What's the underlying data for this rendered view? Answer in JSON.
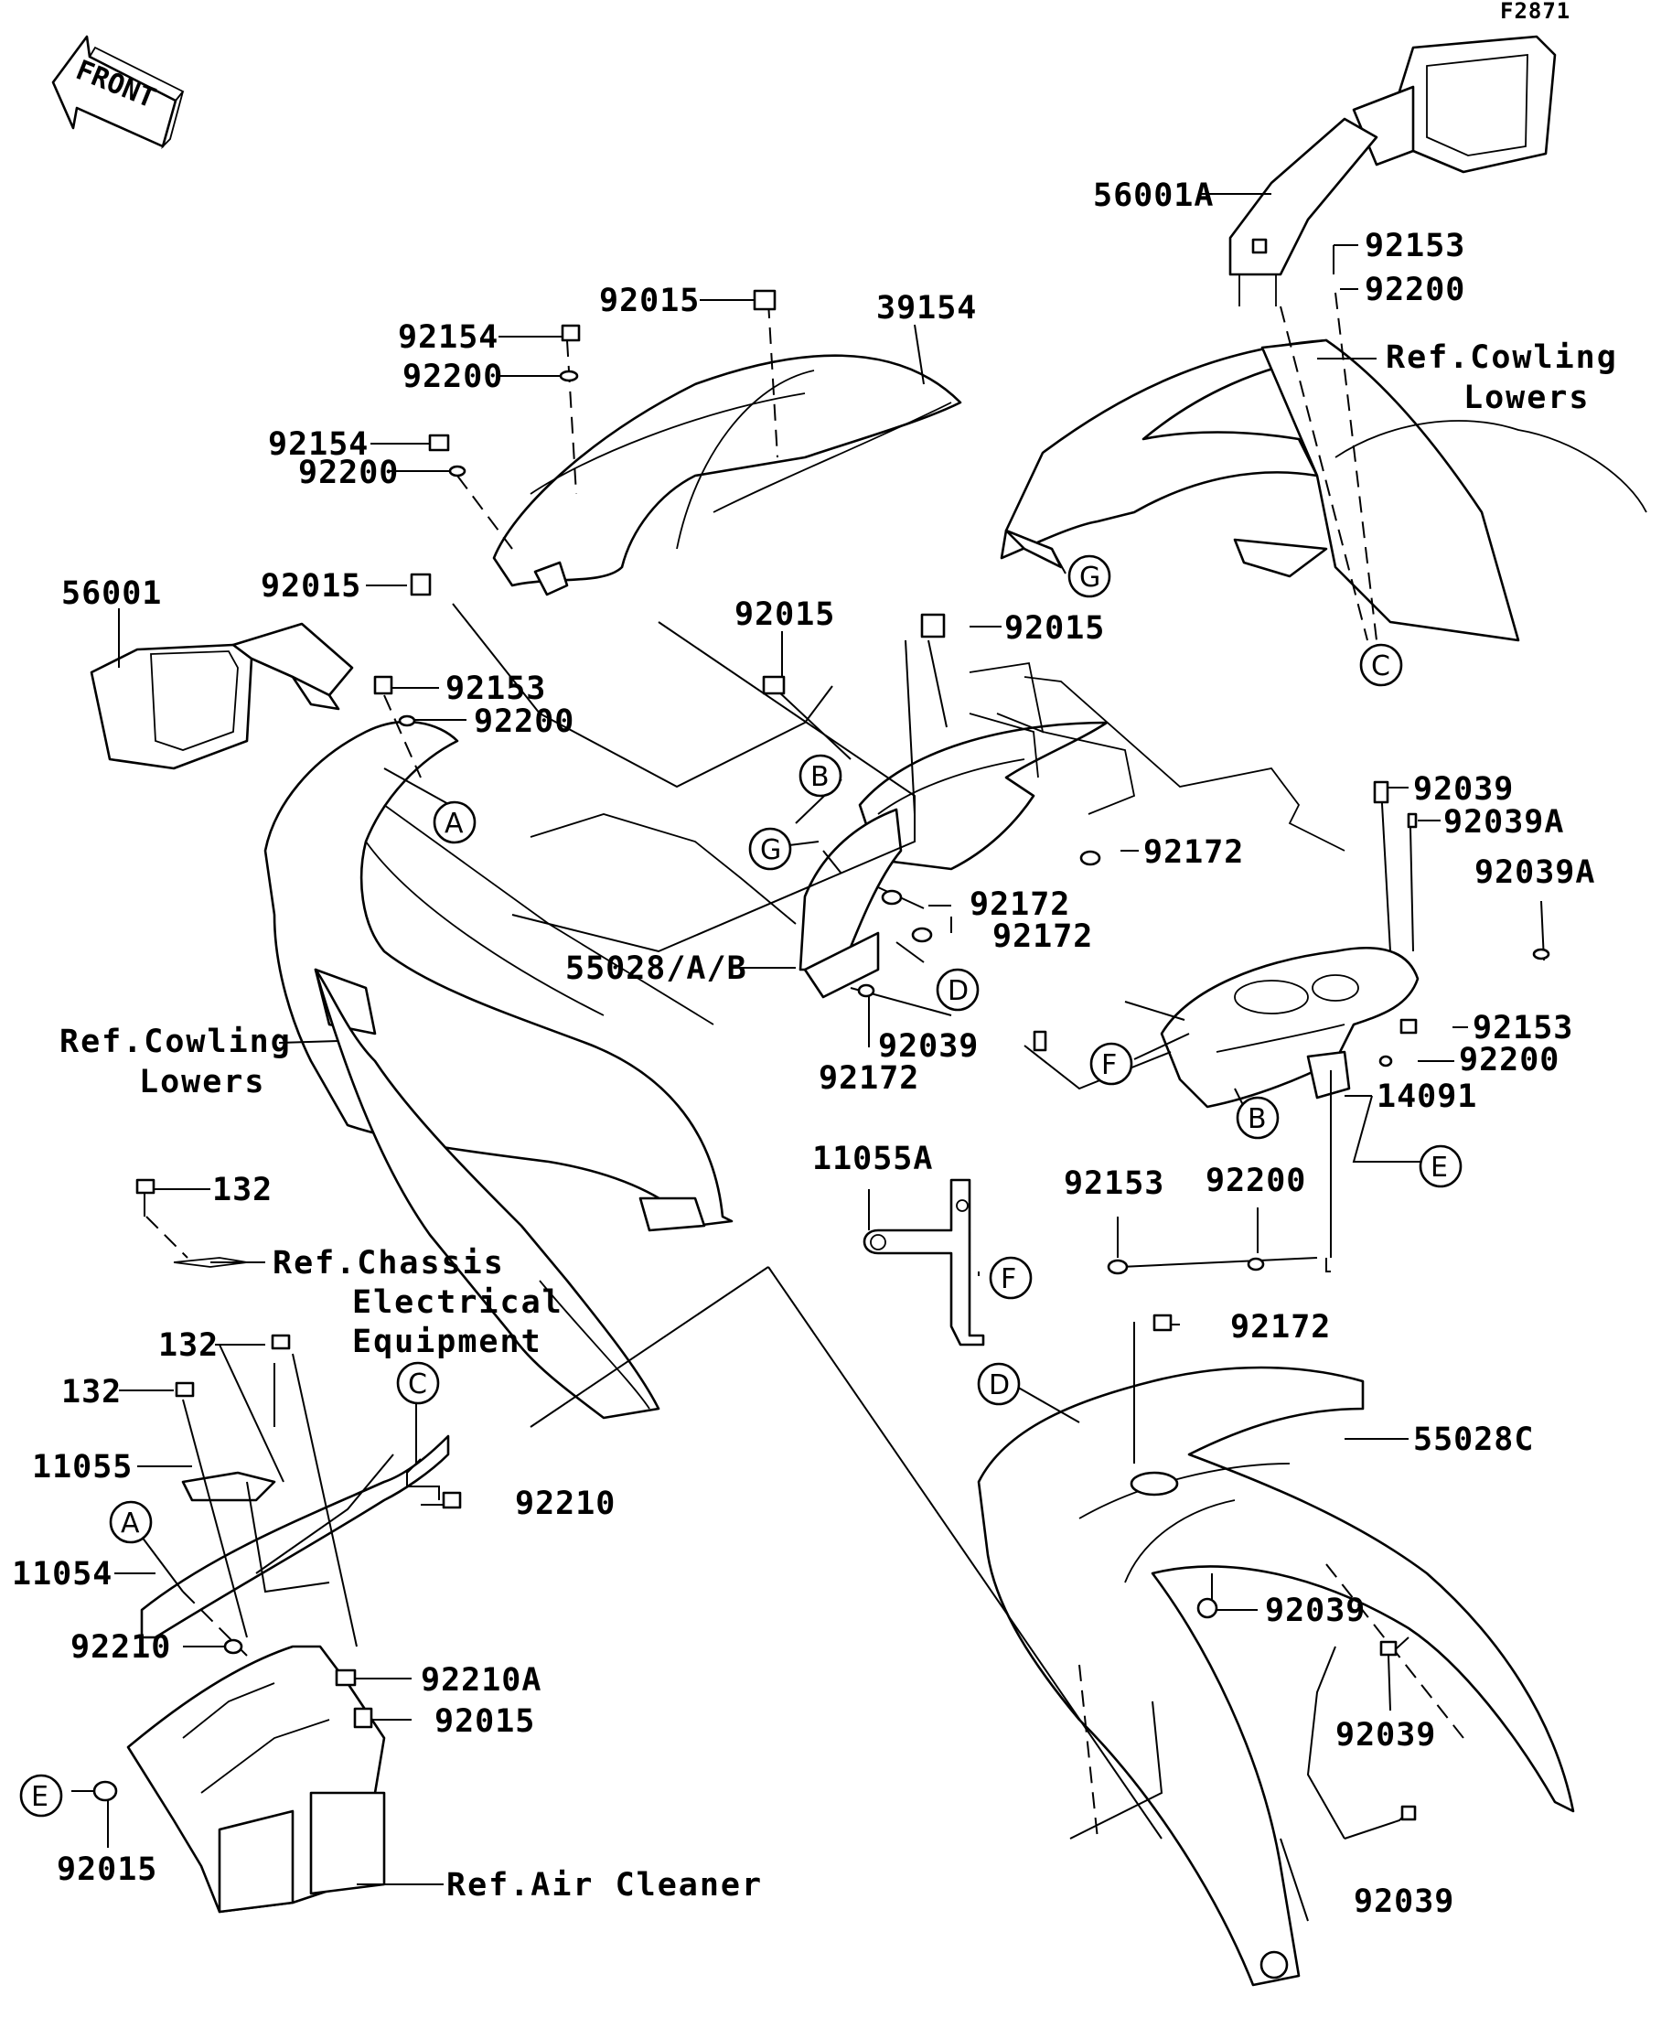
{
  "figure_id": "F2871",
  "front_label": "FRONT",
  "labels": {
    "l_56001A": "56001A",
    "l_92153_tr": "92153",
    "l_92200_tr": "92200",
    "l_ref_cowl_lowers_tr_1": "Ref.Cowling",
    "l_ref_cowl_lowers_tr_2": "Lowers",
    "l_92015_top": "92015",
    "l_39154": "39154",
    "l_92154_a": "92154",
    "l_92200_a": "92200",
    "l_92154_b": "92154",
    "l_92200_b": "92200",
    "l_92015_left": "92015",
    "l_56001": "56001",
    "l_92153_left": "92153",
    "l_92200_left": "92200",
    "l_92015_mid": "92015",
    "l_92015_midr": "92015",
    "l_92039_r1": "92039",
    "l_92039A_1": "92039A",
    "l_92039A_2": "92039A",
    "l_92172_a": "92172",
    "l_92172_b": "92172",
    "l_92172_c": "92172",
    "l_55028AB": "55028/A/B",
    "l_92172_d": "92172",
    "l_92039_mid": "92039",
    "l_92153_r": "92153",
    "l_92200_r": "92200",
    "l_14091": "14091",
    "l_ref_cowl_lowers_l_1": "Ref.Cowling",
    "l_ref_cowl_lowers_l_2": "Lowers",
    "l_11055A": "11055A",
    "l_92153_low": "92153",
    "l_92200_low": "92200",
    "l_132_a": "132",
    "l_ref_chassis_1": "Ref.Chassis",
    "l_ref_chassis_2": "Electrical",
    "l_ref_chassis_3": "Equipment",
    "l_132_b": "132",
    "l_132_c": "132",
    "l_11055": "11055",
    "l_92210_a": "92210",
    "l_11054": "11054",
    "l_92210_b": "92210",
    "l_92210A": "92210A",
    "l_92015_low": "92015",
    "l_92015_e": "92015",
    "l_ref_air": "Ref.Air Cleaner",
    "l_92172_e": "92172",
    "l_55028C": "55028C",
    "l_92039_b1": "92039",
    "l_92039_b2": "92039",
    "l_92039_b3": "92039"
  },
  "callouts": {
    "A": "A",
    "B": "B",
    "C": "C",
    "D": "D",
    "E": "E",
    "F": "F",
    "G": "G"
  }
}
